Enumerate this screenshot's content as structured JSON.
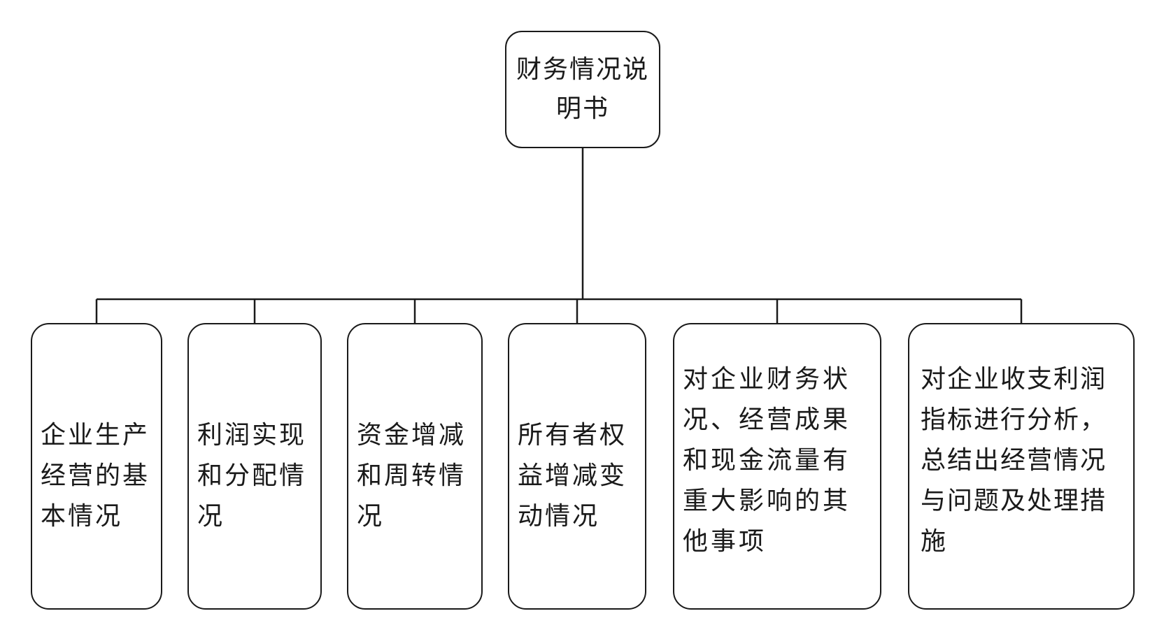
{
  "root": {
    "label": "财务情况说明书"
  },
  "children": [
    {
      "label": "企业生产经营的基本情况"
    },
    {
      "label": "利润实现和分配情况"
    },
    {
      "label": "资金增减和周转情况"
    },
    {
      "label": "所有者权益增减变动情况"
    },
    {
      "label": "对企业财务状况、经营成果和现金流量有重大影响的其他事项"
    },
    {
      "label": "对企业收支利润指标进行分析，总结出经营情况与问题及处理措施"
    }
  ],
  "colors": {
    "stroke": "#1a1a1a",
    "background": "#ffffff"
  }
}
